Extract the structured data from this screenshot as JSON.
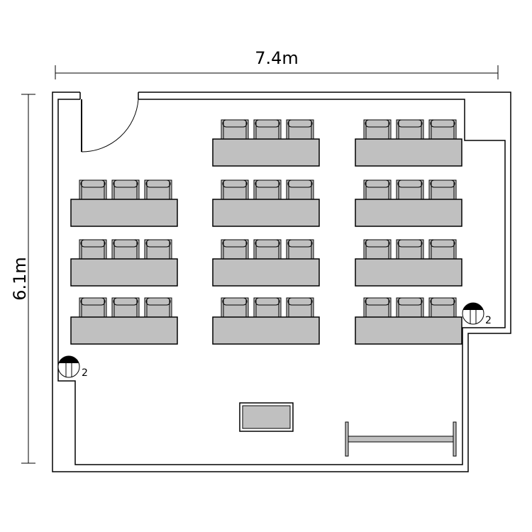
{
  "dimensions": {
    "width_label": "7.4m",
    "height_label": "6.1m"
  },
  "fixtures": {
    "light_left_label": "2",
    "light_right_label": "2"
  },
  "layout": {
    "table_grid": [
      [
        false,
        true,
        true
      ],
      [
        true,
        true,
        true
      ],
      [
        true,
        true,
        true
      ],
      [
        true,
        true,
        true
      ]
    ],
    "chairs_per_table": 3
  },
  "colors": {
    "furniture_fill": "#c0c0c0",
    "line": "#000000"
  }
}
